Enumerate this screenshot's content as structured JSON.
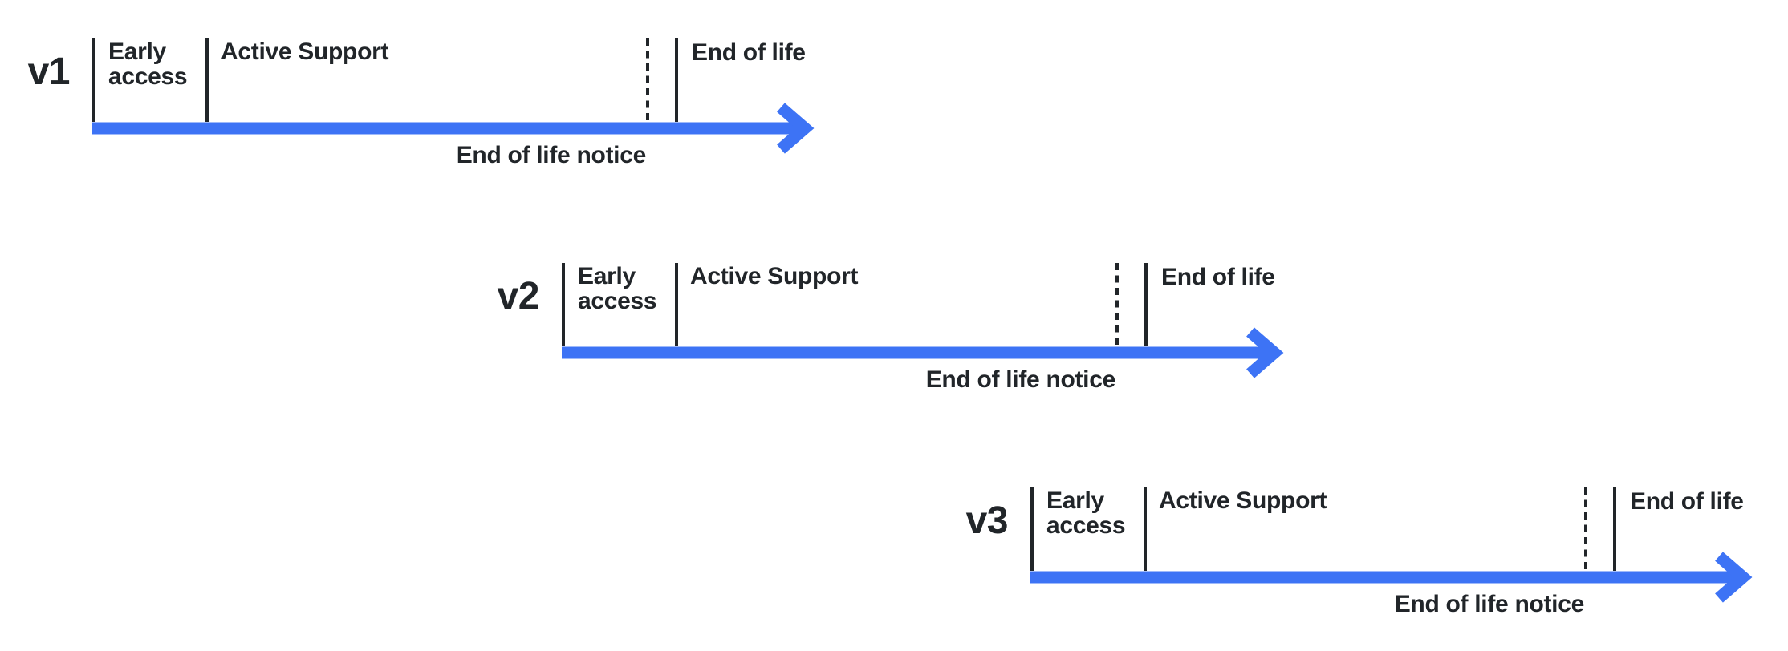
{
  "diagram": {
    "type": "version-lifecycle-timeline",
    "background": "#ffffff",
    "colors": {
      "arrow": "#3d73f5",
      "line": "#212529",
      "text": "#212529"
    },
    "versions": [
      {
        "label": "v1",
        "phases": {
          "early_access": "Early access",
          "active_support": "Active Support",
          "end_of_life_notice": "End of life notice",
          "end_of_life": "End of life"
        }
      },
      {
        "label": "v2",
        "phases": {
          "early_access": "Early access",
          "active_support": "Active Support",
          "end_of_life_notice": "End of life notice",
          "end_of_life": "End of life"
        }
      },
      {
        "label": "v3",
        "phases": {
          "early_access": "Early access",
          "active_support": "Active Support",
          "end_of_life_notice": "End of life notice",
          "end_of_life": "End of life"
        }
      }
    ]
  }
}
